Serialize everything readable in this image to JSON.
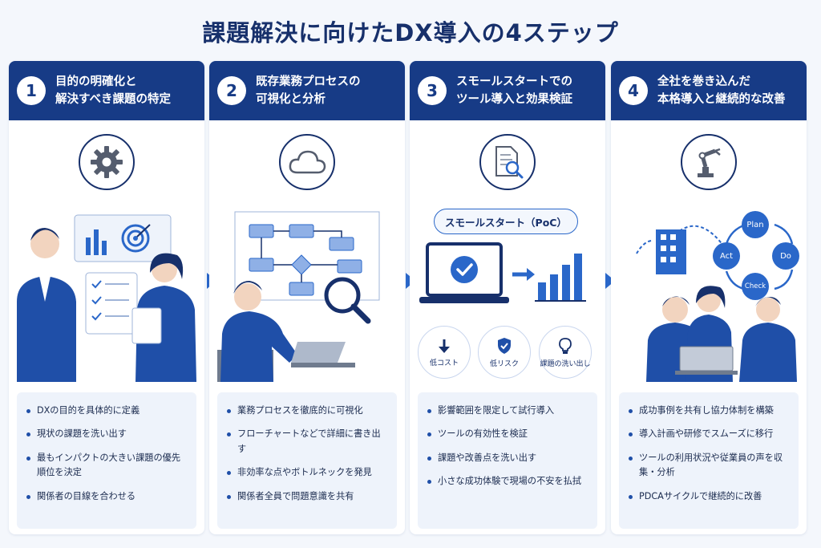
{
  "title": "課題解決に向けたDX導入の4ステップ",
  "colors": {
    "primary": "#173b86",
    "accent": "#2a67c9",
    "panel": "#eef3fb"
  },
  "steps": [
    {
      "number": "1",
      "title_lines": [
        "目的の明確化と",
        "解決すべき課題の特定"
      ],
      "icon": "gear-icon",
      "bullets": [
        "DXの目的を具体的に定義",
        "現状の課題を洗い出す",
        "最もインパクトの大きい課題の優先順位を決定",
        "関係者の目線を合わせる"
      ]
    },
    {
      "number": "2",
      "title_lines": [
        "既存業務プロセスの",
        "可視化と分析"
      ],
      "icon": "cloud-icon",
      "bullets": [
        "業務プロセスを徹底的に可視化",
        "フローチャートなどで詳細に書き出す",
        "非効率な点やボトルネックを発見",
        "関係者全員で問題意識を共有"
      ]
    },
    {
      "number": "3",
      "title_lines": [
        "スモールスタートでの",
        "ツール導入と効果検証"
      ],
      "icon": "document-search-icon",
      "pill": "スモールスタート（PoC）",
      "badges": [
        "低コスト",
        "低リスク",
        "課題の洗い出し"
      ],
      "bullets": [
        "影響範囲を限定して試行導入",
        "ツールの有効性を検証",
        "課題や改善点を洗い出す",
        "小さな成功体験で現場の不安を払拭"
      ]
    },
    {
      "number": "4",
      "title_lines": [
        "全社を巻き込んだ",
        "本格導入と継続的な改善"
      ],
      "icon": "robot-arm-icon",
      "cycle": [
        "Plan",
        "Do",
        "Check",
        "Act"
      ],
      "bullets": [
        "成功事例を共有し協力体制を構築",
        "導入計画や研修でスムーズに移行",
        "ツールの利用状況や従業員の声を収集・分析",
        "PDCAサイクルで継続的に改善"
      ]
    }
  ]
}
